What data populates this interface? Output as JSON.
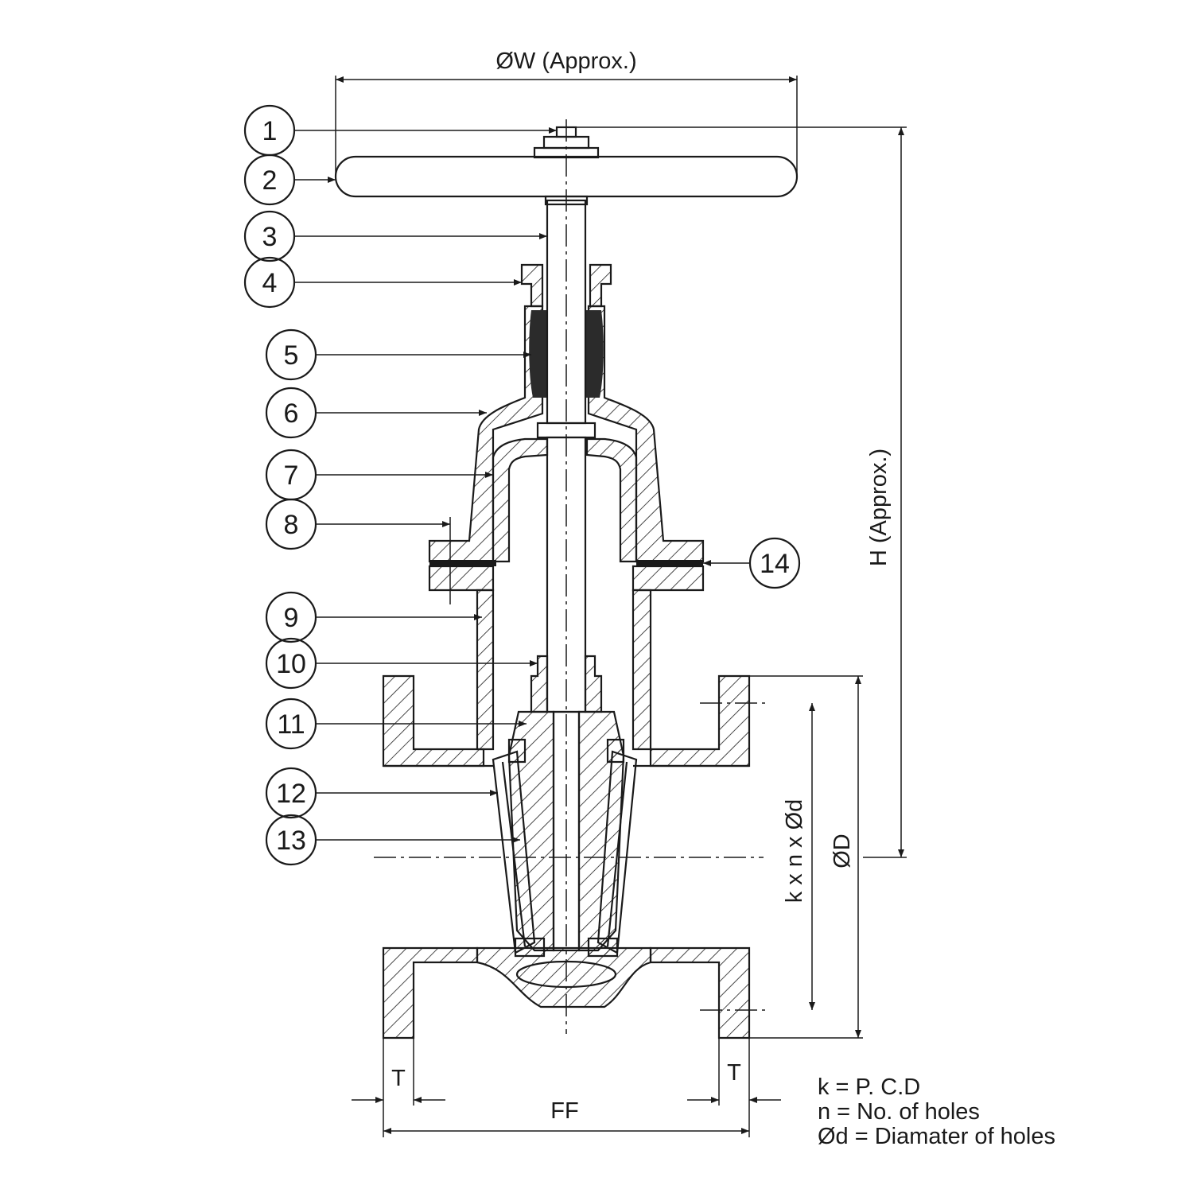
{
  "dimensions": {
    "handwheel_dia": "ØW (Approx.)",
    "height": "H (Approx.)",
    "flange_dia": "ØD",
    "bolt_pattern": "k x n x Ød",
    "flange_thickness_left": "T",
    "flange_thickness_right": "T",
    "face_to_face": "FF"
  },
  "callouts": [
    "1",
    "2",
    "3",
    "4",
    "5",
    "6",
    "7",
    "8",
    "9",
    "10",
    "11",
    "12",
    "13",
    "14"
  ],
  "legend": [
    "k = P. C.D",
    "n = No. of holes",
    "Ød = Diamater of holes"
  ]
}
